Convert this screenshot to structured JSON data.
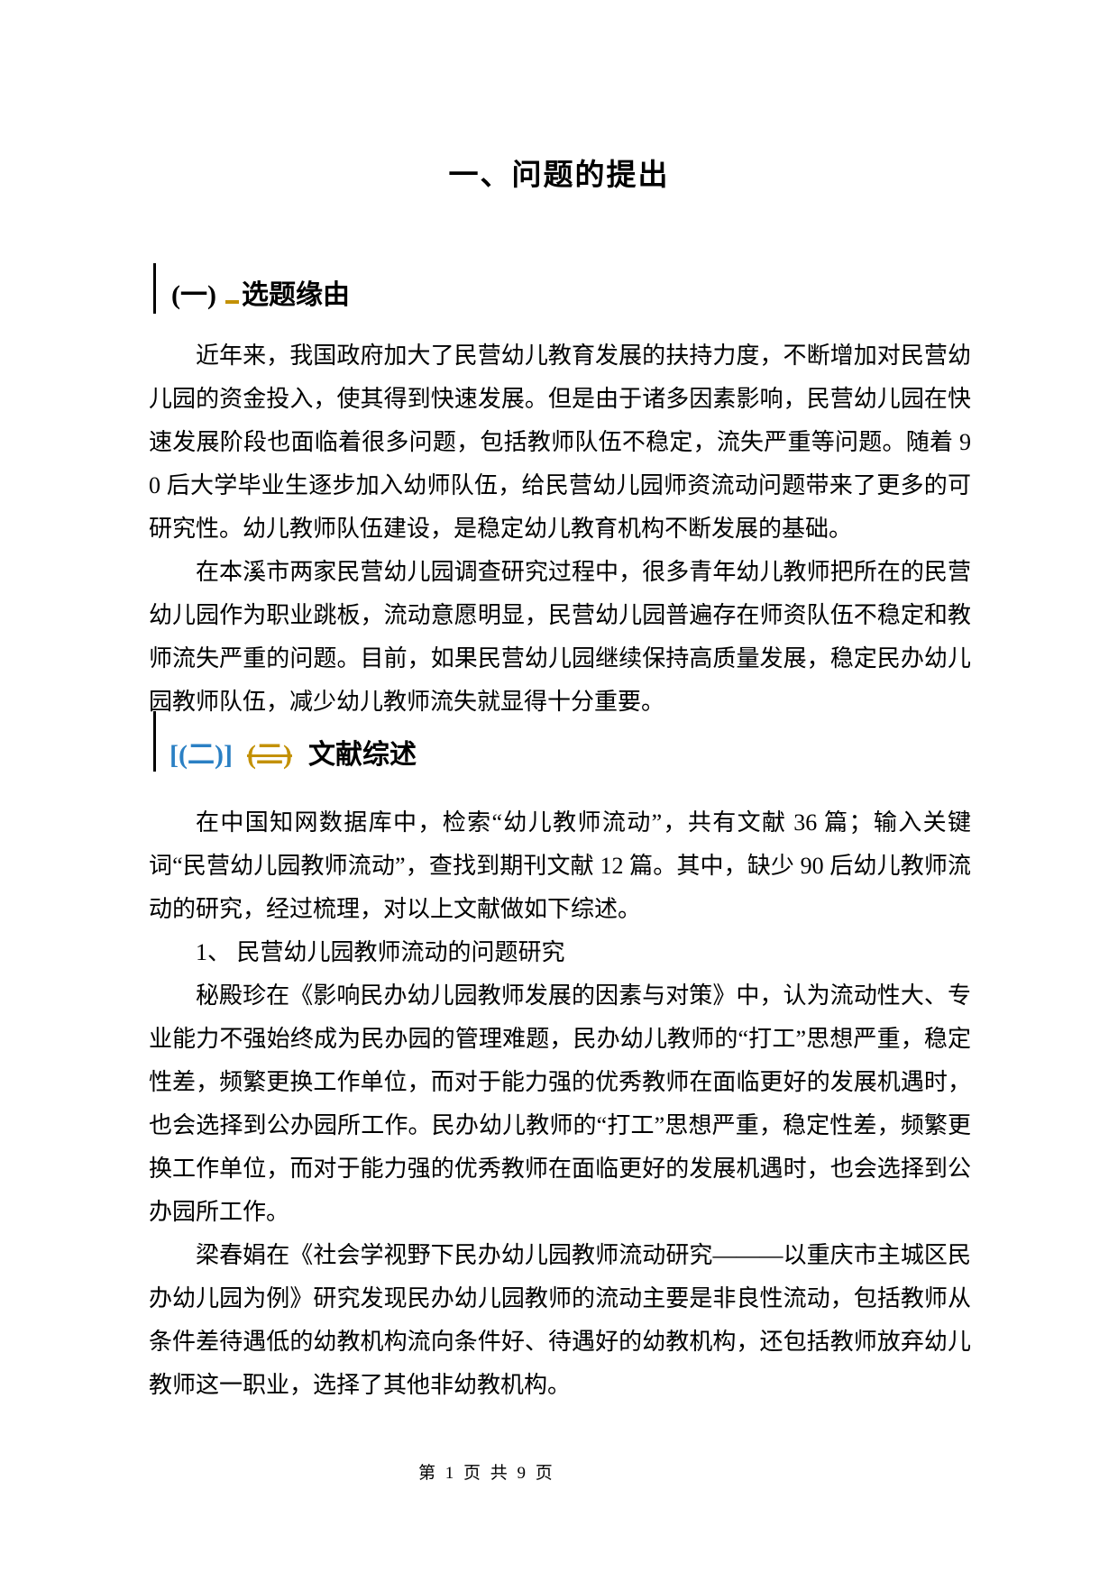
{
  "document": {
    "title": "一、问题的提出",
    "section1": {
      "number": "(一)",
      "label": "选题缘由"
    },
    "paragraph1": "近年来，我国政府加大了民营幼儿教育发展的扶持力度，不断增加对民营幼儿园的资金投入，使其得到快速发展。但是由于诸多因素影响，民营幼儿园在快速发展阶段也面临着很多问题，包括教师队伍不稳定，流失严重等问题。随着 90 后大学毕业生逐步加入幼师队伍，给民营幼儿园师资流动问题带来了更多的可研究性。幼儿教师队伍建设，是稳定幼儿教育机构不断发展的基础。",
    "paragraph2": "在本溪市两家民营幼儿园调查研究过程中，很多青年幼儿教师把所在的民营幼儿园作为职业跳板，流动意愿明显，民营幼儿园普遍存在师资队伍不稳定和教师流失严重的问题。目前，如果民营幼儿园继续保持高质量发展，稳定民办幼儿园教师队伍，减少幼儿教师流失就显得十分重要。",
    "section2": {
      "inserted": "[(二)]",
      "deleted": "(二)",
      "label": "文献综述"
    },
    "paragraph3": "在中国知网数据库中，检索“幼儿教师流动”，共有文献 36 篇；输入关键词“民营幼儿园教师流动”，查找到期刊文献 12 篇。其中，缺少 90 后幼儿教师流动的研究，经过梳理，对以上文献做如下综述。",
    "list_item1": "1、 民营幼儿园教师流动的问题研究",
    "paragraph4": "秘殿珍在《影响民办幼儿园教师发展的因素与对策》中，认为流动性大、专业能力不强始终成为民办园的管理难题，民办幼儿教师的“打工”思想严重，稳定性差，频繁更换工作单位，而对于能力强的优秀教师在面临更好的发展机遇时，也会选择到公办园所工作。民办幼儿教师的“打工”思想严重，稳定性差，频繁更换工作单位，而对于能力强的优秀教师在面临更好的发展机遇时，也会选择到公办园所工作。",
    "paragraph5": "梁春娟在《社会学视野下民办幼儿园教师流动研究———以重庆市主城区民办幼儿园为例》研究发现民办幼儿园教师的流动主要是非良性流动，包括教师从条件差待遇低的幼教机构流向条件好、待遇好的幼教机构，还包括教师放弃幼儿教师这一职业，选择了其他非幼教机构。",
    "footer": "第 1 页 共 9 页"
  },
  "colors": {
    "insertion_blue": "#2B80C4",
    "revision_gold": "#C39106"
  }
}
